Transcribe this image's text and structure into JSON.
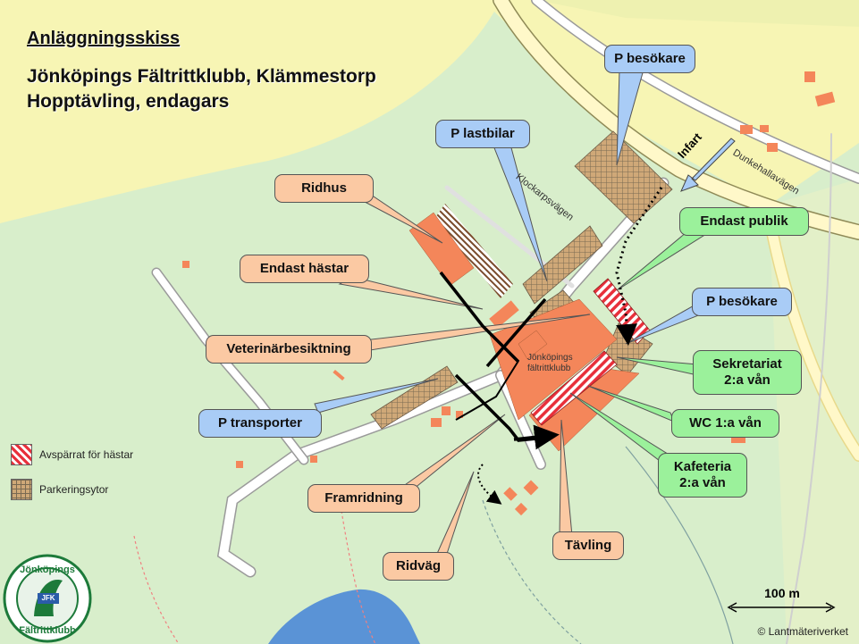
{
  "title": {
    "heading": "Anläggningsskiss",
    "line1": "Jönköpings Fältrittklubb, Klämmestorp",
    "line2": "Hopptävling, endagars"
  },
  "callouts": {
    "p_besokare_top": "P besökare",
    "p_lastbilar": "P lastbilar",
    "ridhus": "Ridhus",
    "endast_hastar": "Endast hästar",
    "endast_publik": "Endast publik",
    "p_besokare": "P besökare",
    "veterinar": "Veterinärbesiktning",
    "sekretariat_l1": "Sekretariat",
    "sekretariat_l2": "2:a vån",
    "p_transporter": "P transporter",
    "wc": "WC 1:a vån",
    "kafeteria_l1": "Kafeteria",
    "kafeteria_l2": "2:a vån",
    "framridning": "Framridning",
    "tavling": "Tävling",
    "ridvag": "Ridväg"
  },
  "map_text": {
    "infart": "Infart",
    "road_klockarps": "Klockarpsvägen",
    "road_dunkehalla": "Dunkehallavägen",
    "club_l1": "Jönköpings",
    "club_l2": "fältrittklubb"
  },
  "legend": {
    "restricted": "Avspärrat för hästar",
    "parking": "Parkeringsytor"
  },
  "scale": "100 m",
  "copyright": "© Lantmäteriverket",
  "logo": {
    "top": "Jönköpings",
    "bottom": "Fältrittklubb",
    "badge": "JFK"
  },
  "colors": {
    "background": "#d8eecb",
    "road": "#fff8c9",
    "field": "#f7f5b4",
    "building": "#f4865a",
    "callout_orange": "#fbc9a3",
    "callout_blue": "#a9ccf6",
    "callout_green": "#9bf19b",
    "water": "#5a93d6",
    "restricted": "#e8303b"
  }
}
